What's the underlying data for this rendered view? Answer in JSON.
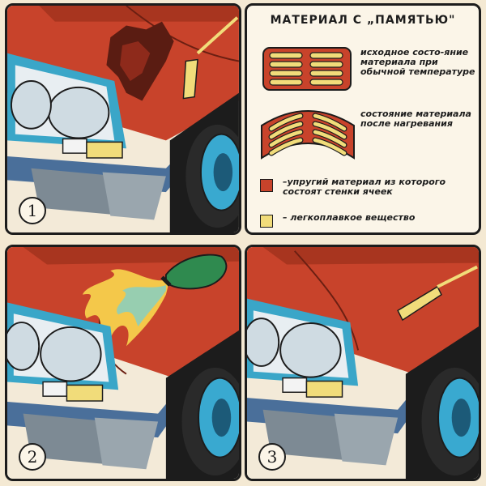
{
  "legend": {
    "title": "МАТЕРИАЛ С „ПАМЯТЬЮ\"",
    "original_state": "исходное состо-яние материала при обычной температуре",
    "heated_state": "состояние материала после нагревания",
    "elastic_material": "–упругий материал из которого состоят стенки ячеек",
    "fusible_substance": "– легкоплавкое вещество"
  },
  "panels": {
    "p1": "1",
    "p2": "2",
    "p3": "3"
  },
  "colors": {
    "car_body": "#c8432b",
    "car_shadow": "#8e2a1b",
    "headlight_frame": "#3aa6c8",
    "bumper": "#4a6f9a",
    "tire": "#2a2a2a",
    "rim": "#39a9d0",
    "yellow": "#f1dc7a",
    "bottle": "#2f8a4f",
    "flame": "#f4c84a"
  }
}
